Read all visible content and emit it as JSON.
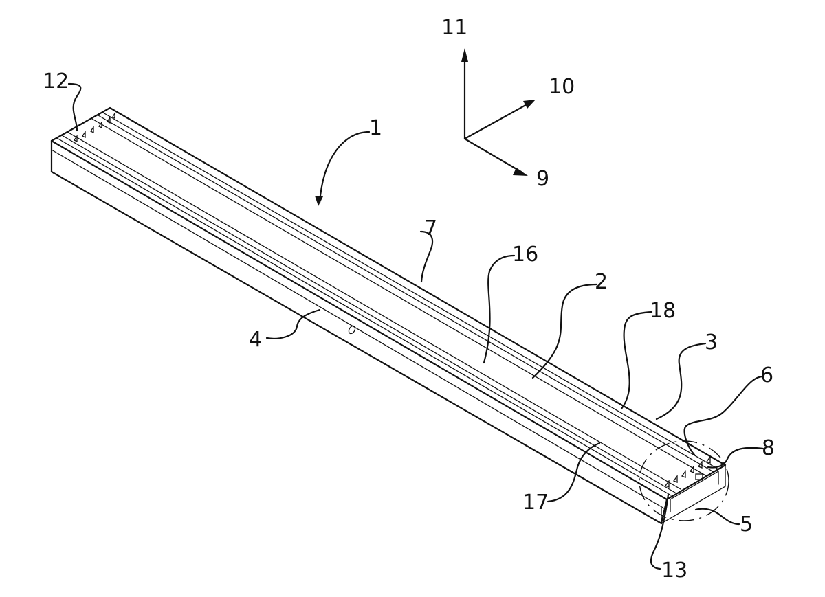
{
  "figure": {
    "axes": {
      "x": "9",
      "y": "10",
      "z": "11"
    },
    "labels": {
      "l1": "1",
      "l2": "2",
      "l3": "3",
      "l4": "4",
      "l5": "5",
      "l6": "6",
      "l7": "7",
      "l8": "8",
      "l12": "12",
      "l13": "13",
      "l16": "16",
      "l17": "17",
      "l18": "18"
    }
  }
}
